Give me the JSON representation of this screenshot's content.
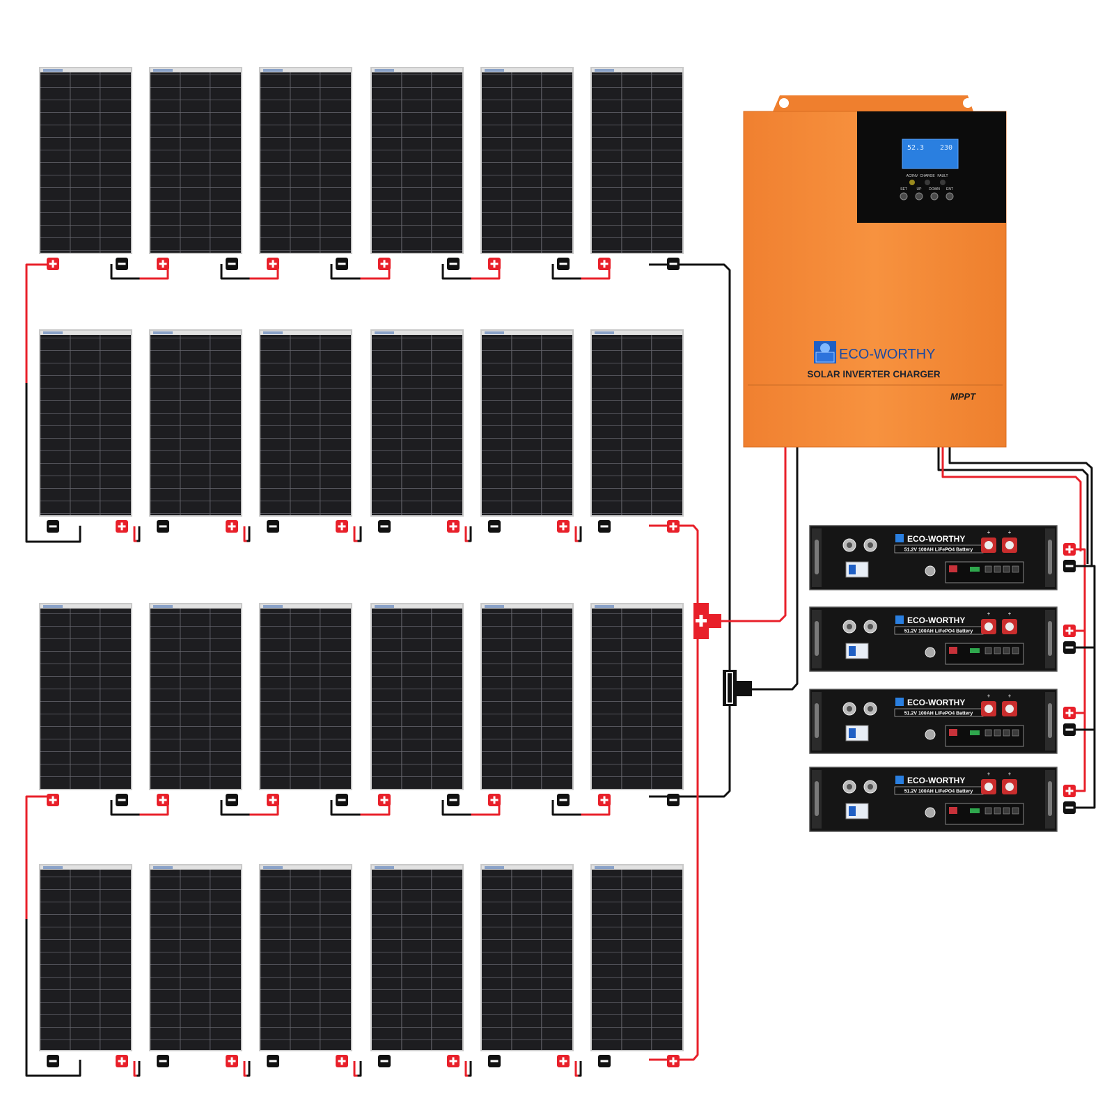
{
  "inverter": {
    "brand": "ECO-WORTHY",
    "subtitle": "SOLAR INVERTER CHARGER",
    "mppt_label": "MPPT",
    "lcd_left": "52.3",
    "lcd_right": "230",
    "indicators": [
      "AC/INV",
      "CHARGE",
      "FAULT"
    ],
    "buttons": [
      "SET",
      "UP",
      "DOWN",
      "ENT"
    ],
    "body_color": "#f5893a",
    "panel_color": "#0c0c0c",
    "lcd_color": "#2a7fe0"
  },
  "battery": {
    "brand": "ECO-WORTHY",
    "model": "51.2V 100AH LiFePO4 Battery",
    "count": 4,
    "plus_symbol": "+"
  },
  "solar_array": {
    "rows": 4,
    "panels_per_row": 6,
    "wiring": "series"
  },
  "colors": {
    "positive_wire": "#e8202a",
    "negative_wire": "#111111",
    "panel_cell": "#1c1c1e",
    "panel_frame": "#c9c9c9"
  }
}
